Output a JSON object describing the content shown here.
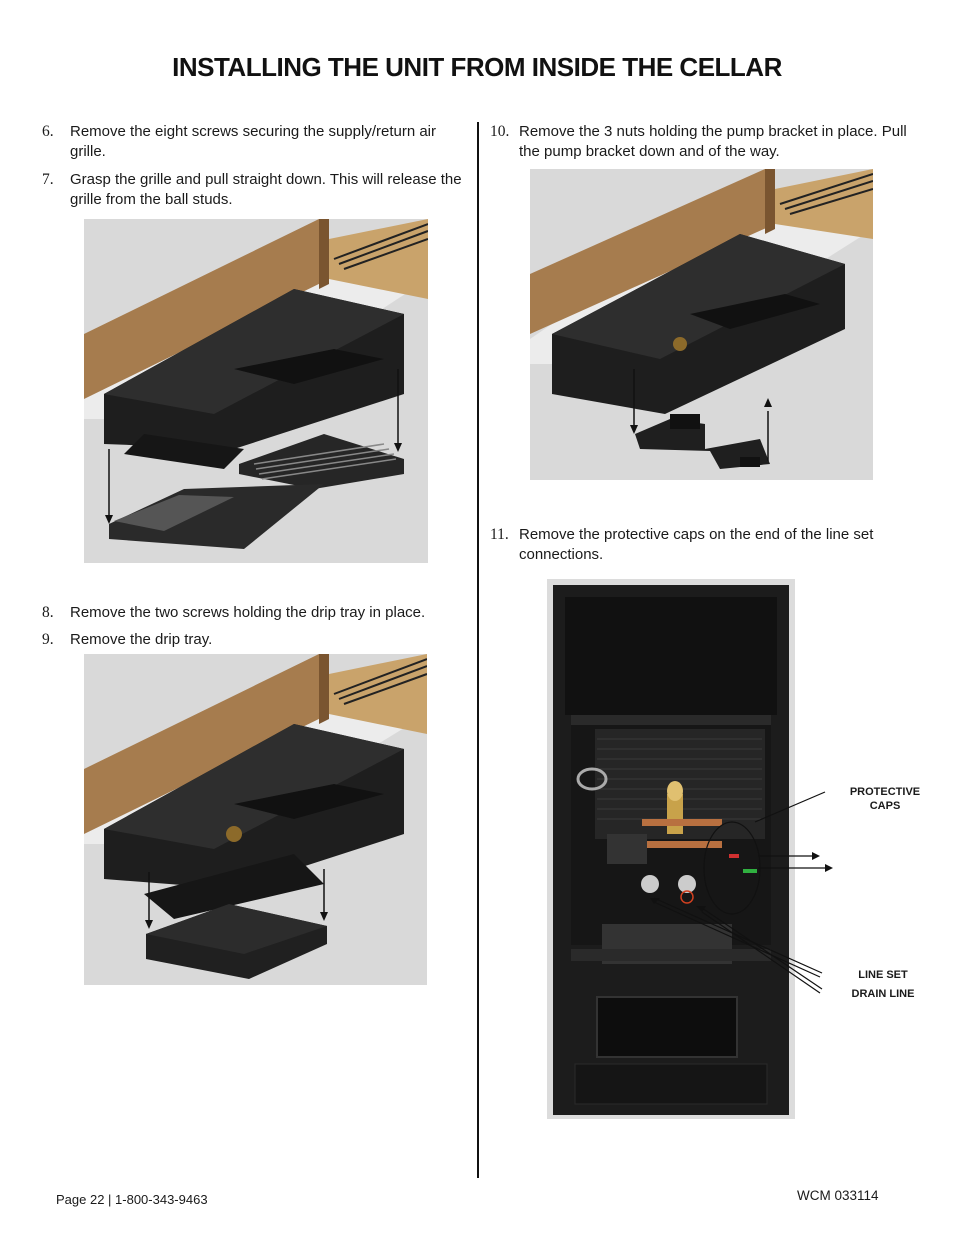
{
  "page": {
    "title": "INSTALLING THE UNIT FROM INSIDE THE CELLAR",
    "footer_left": "Page 22 | 1-800-343-9463",
    "footer_right": "WCM 033114"
  },
  "steps": [
    {
      "num": "6.",
      "text": "Remove the eight screws securing the supply/return air grille."
    },
    {
      "num": "7.",
      "text": "Grasp the grille and pull straight down. This will release the grille from the ball studs."
    },
    {
      "num": "8.",
      "text": "Remove the two screws holding the drip tray in place."
    },
    {
      "num": "9.",
      "text": "Remove the drip tray."
    },
    {
      "num": "10.",
      "text": "Remove the 3 nuts holding the pump bracket in place. Pull the pump bracket down and of the way."
    },
    {
      "num": "11.",
      "text": "Remove the protective caps on the end of the line set connections."
    }
  ],
  "callouts": {
    "protective_caps_1": "PROTECTIVE",
    "protective_caps_2": "CAPS",
    "line_set": "LINE SET",
    "drain_line": "DRAIN LINE"
  }
}
